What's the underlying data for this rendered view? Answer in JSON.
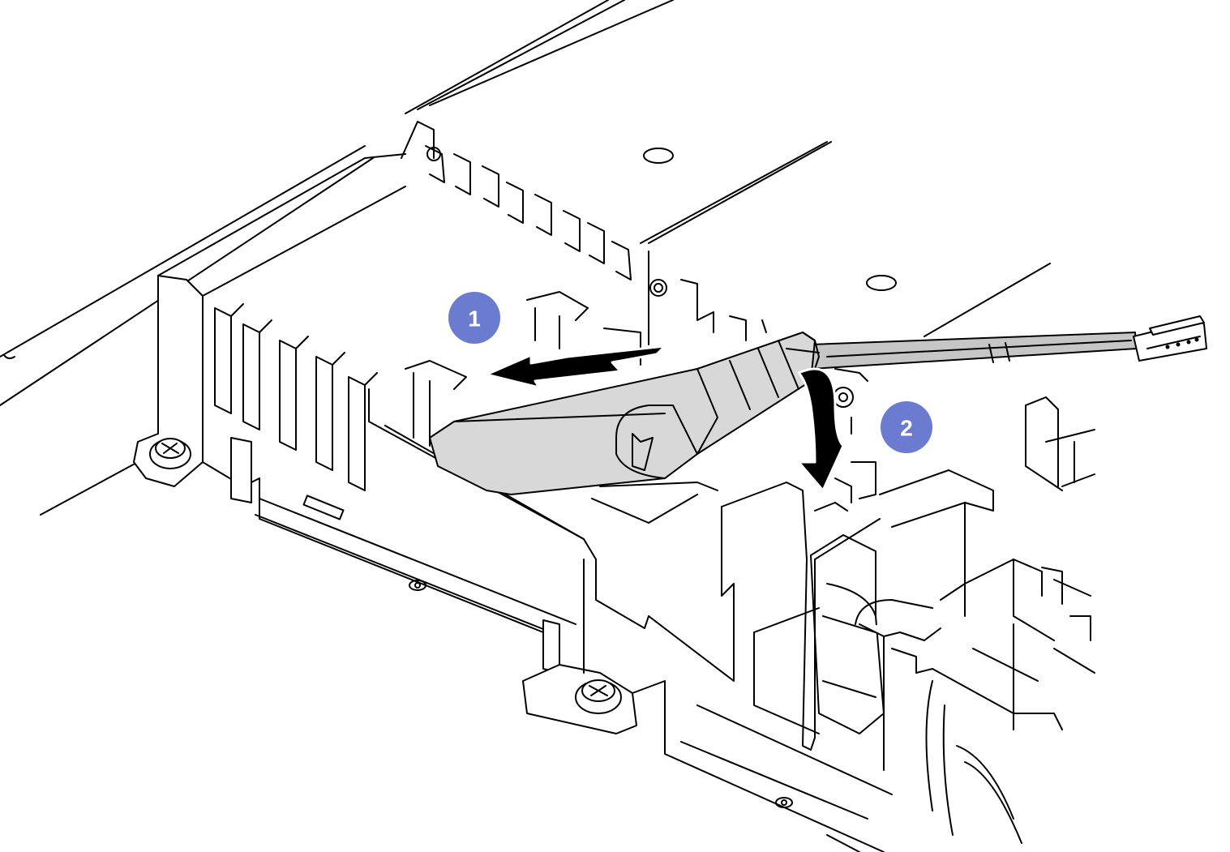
{
  "callouts": [
    {
      "label": "1"
    },
    {
      "label": "2"
    }
  ],
  "colors": {
    "callout_fill": "#6a7bd0",
    "battery_fill": "#d8d8d8",
    "line": "#000000"
  },
  "icons": {
    "step_arrow_1": "arrow-slide-left",
    "step_arrow_2": "arrow-rotate-down"
  }
}
